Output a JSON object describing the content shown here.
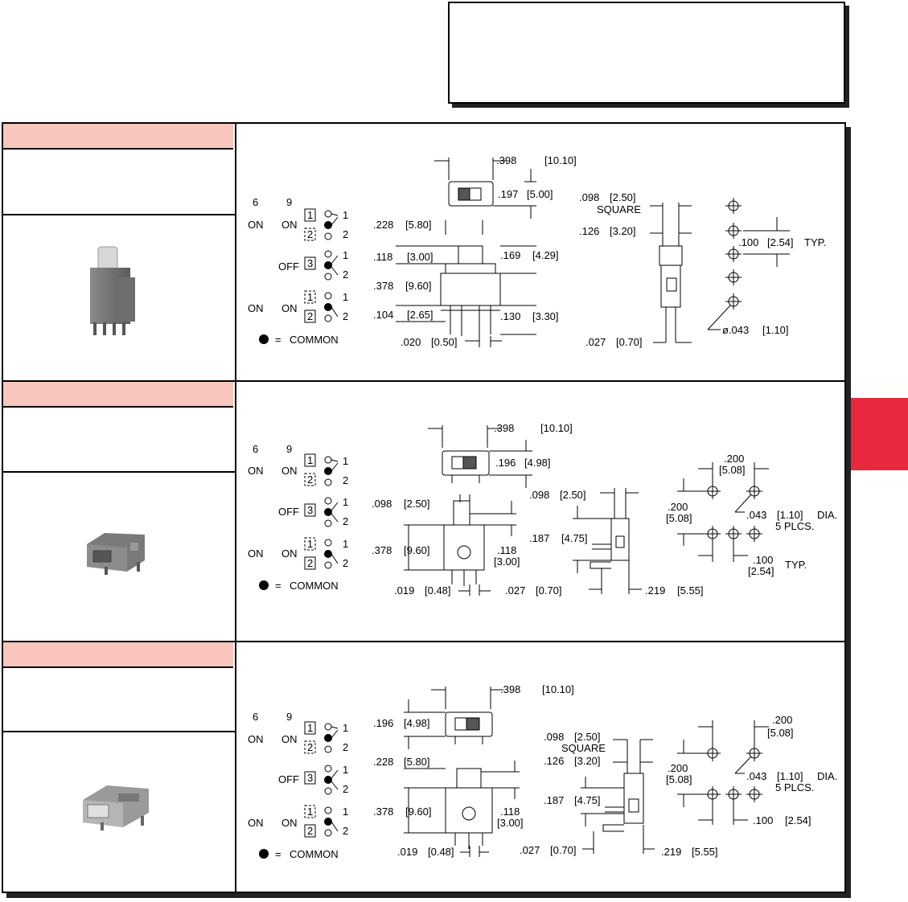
{
  "colors": {
    "header_band": "#f8c6bd",
    "side_tab": "#e8293d"
  },
  "legend": {
    "col_6": "6",
    "col_9": "9",
    "on": "ON",
    "off": "OFF",
    "pin1": "1",
    "pin2": "2",
    "pin3": "3",
    "common_eq": "=",
    "common": "COMMON"
  },
  "rows": [
    {
      "top": {
        "w": ".398",
        "w_mm": "[10.10]",
        "h": ".197",
        "h_mm": "[5.00]"
      },
      "front": {
        "a": ".228",
        "a_mm": "[5.80]",
        "b": ".118",
        "b_mm": "[3.00]",
        "c": ".169",
        "c_mm": "[4.29]",
        "d": ".378",
        "d_mm": "[9.60]",
        "e": ".104",
        "e_mm": "[2.65]",
        "f": ".130",
        "f_mm": "[3.30]",
        "g": ".020",
        "g_mm": "[0.50]"
      },
      "side": {
        "a": ".098",
        "a_mm": "[2.50]",
        "a_note": "SQUARE",
        "b": ".126",
        "b_mm": "[3.20]",
        "c": ".027",
        "c_mm": "[0.70]"
      },
      "pcb": {
        "pitch": ".100",
        "pitch_mm": "[2.54]",
        "pitch_note": "TYP.",
        "dia": "ø.043",
        "dia_mm": "[1.10]"
      }
    },
    {
      "top": {
        "w": ".398",
        "w_mm": "[10.10]",
        "h": ".196",
        "h_mm": "[4.98]"
      },
      "front": {
        "a": ".098",
        "a_mm": "[2.50]",
        "d": ".378",
        "d_mm": "[9.60]",
        "b": ".118",
        "b_mm": "[3.00]",
        "g": ".019",
        "g_mm": "[0.48]"
      },
      "side": {
        "a": ".098",
        "a_mm": "[2.50]",
        "b": ".187",
        "b_mm": "[4.75]",
        "c": ".027",
        "c_mm": "[0.70]",
        "d": ".219",
        "d_mm": "[5.55]"
      },
      "pcb": {
        "s1": ".200",
        "s1_mm": "[5.08]",
        "s2": ".200",
        "s2_mm": "[5.08]",
        "dia": ".043",
        "dia_mm": "[1.10]",
        "dia_note": "DIA.",
        "plcs": "5  PLCS.",
        "pitch": ".100",
        "pitch_mm": "[2.54]",
        "pitch_note": "TYP."
      }
    },
    {
      "top": {
        "w": ".398",
        "w_mm": "[10.10]",
        "h": ".196",
        "h_mm": "[4.98]"
      },
      "front": {
        "a": ".228",
        "a_mm": "[5.80]",
        "d": ".378",
        "d_mm": "[9.60]",
        "b": ".118",
        "b_mm": "[3.00]",
        "g": ".019",
        "g_mm": "[0.48]"
      },
      "side": {
        "a": ".098",
        "a_mm": "[2.50]",
        "a_note": "SQUARE",
        "b": ".126",
        "b_mm": "[3.20]",
        "e": ".187",
        "e_mm": "[4.75]",
        "c": ".027",
        "c_mm": "[0.70]",
        "d": ".219",
        "d_mm": "[5.55]"
      },
      "pcb": {
        "s1": ".200",
        "s1_mm": "[5.08]",
        "s2": ".200",
        "s2_mm": "[5.08]",
        "dia": ".043",
        "dia_mm": "[1.10]",
        "dia_note": "DIA.",
        "plcs": "5  PLCS.",
        "pitch": ".100",
        "pitch_mm": "[2.54]"
      }
    }
  ]
}
